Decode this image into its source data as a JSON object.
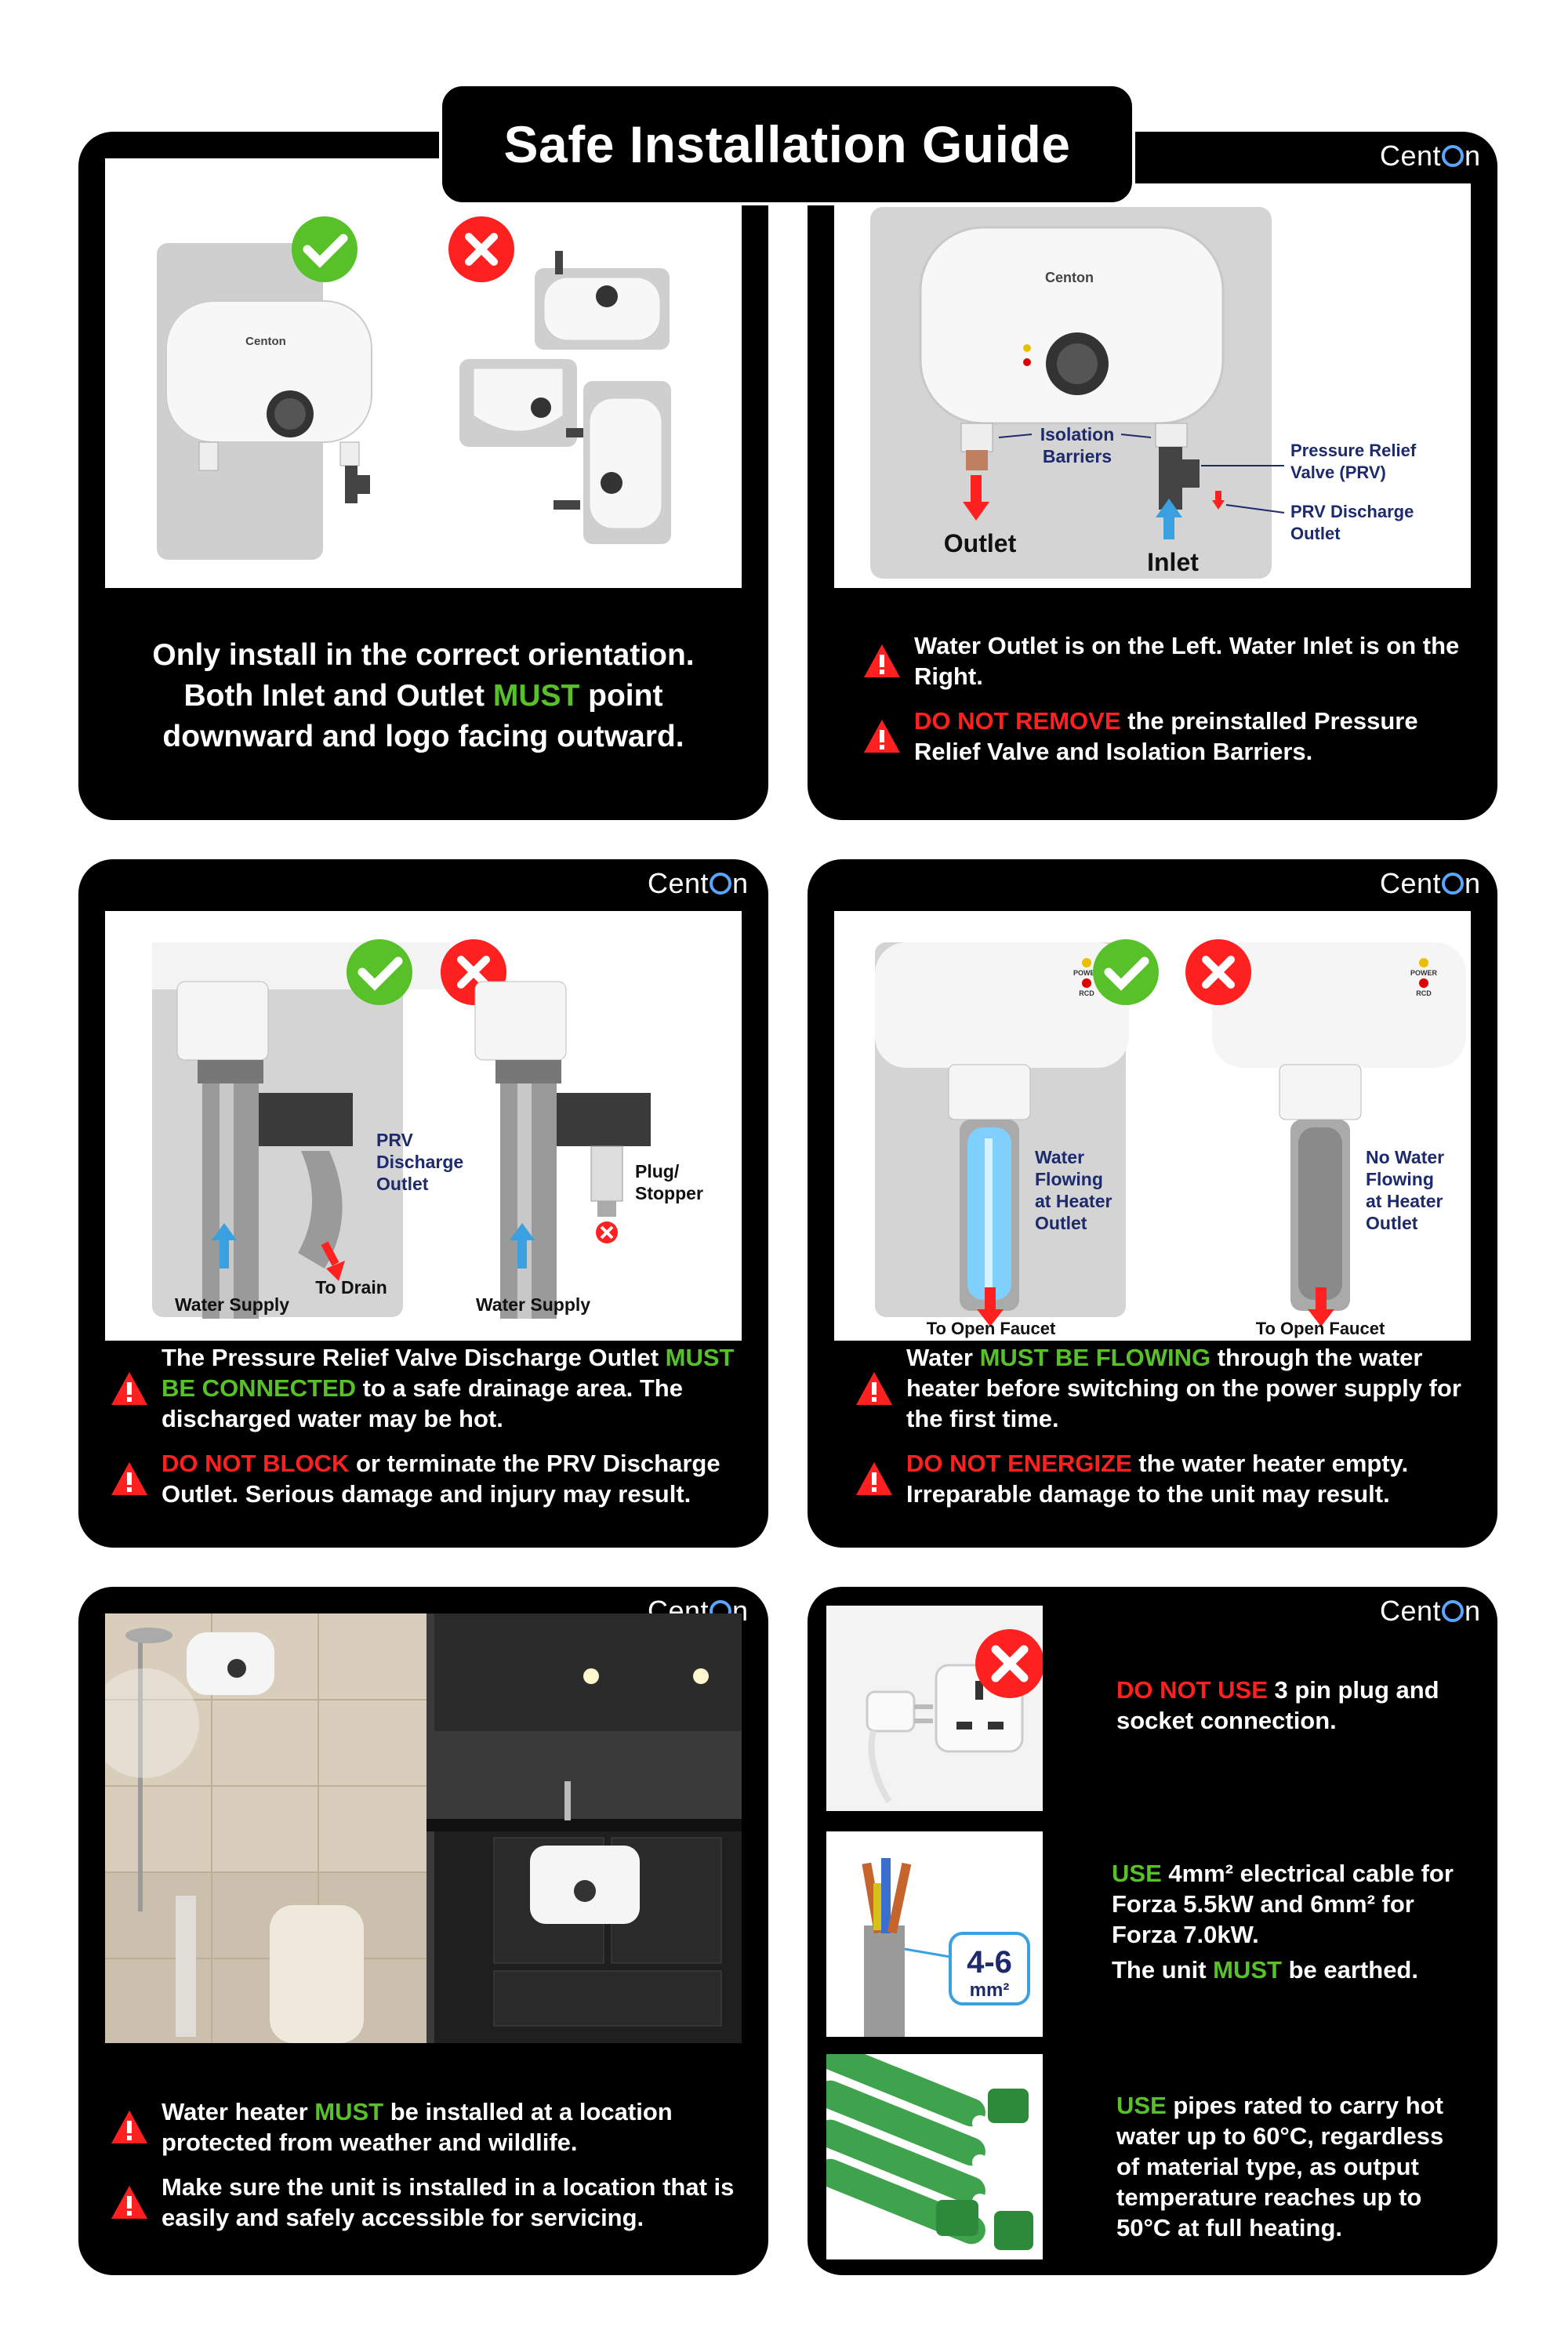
{
  "title": "Safe Installation Guide",
  "brand": {
    "pre": "Cent",
    "post": "n"
  },
  "panel1": {
    "unit_logo": "Centon",
    "line1": "Only install in the correct orientation.",
    "line2_a": "Both Inlet and Outlet ",
    "line2_b": "MUST",
    "line2_c": " point",
    "line3": "downward and logo facing outward."
  },
  "panel2": {
    "unit_logo": "Centon",
    "isolation": [
      "Isolation",
      "Barriers"
    ],
    "prv": [
      "Pressure Relief",
      "Valve (PRV)"
    ],
    "prv_discharge": [
      "PRV Discharge",
      "Outlet"
    ],
    "outlet": "Outlet",
    "inlet": "Inlet",
    "note1": "Water Outlet is on the Left. Water Inlet is on the Right.",
    "note2_red": "DO NOT REMOVE",
    "note2_rest": " the preinstalled Pressure Relief Valve and Isolation Barriers."
  },
  "panel3": {
    "prv_label": [
      "PRV",
      "Discharge",
      "Outlet"
    ],
    "to_drain": "To Drain",
    "water_supply": "Water Supply",
    "plug": [
      "Plug/",
      "Stopper"
    ],
    "note1_a": "The Pressure Relief Valve Discharge Outlet ",
    "note1_green": "MUST BE CONNECTED",
    "note1_b": " to a safe drainage area. The discharged water may be hot.",
    "note2_red": "DO NOT BLOCK",
    "note2_rest": " or terminate the PRV Discharge Outlet. Serious damage and injury may result."
  },
  "panel4": {
    "flowing": [
      "Water",
      "Flowing",
      "at Heater",
      "Outlet"
    ],
    "no_flow": [
      "No Water",
      "Flowing",
      "at Heater",
      "Outlet"
    ],
    "to_faucet": "To Open Faucet",
    "power": "POWER",
    "rcd": "RCD",
    "note1_a": "Water ",
    "note1_green": "MUST BE FLOWING",
    "note1_b": " through the water heater before switching on the power supply for the first time.",
    "note2_red": "DO NOT ENERGIZE",
    "note2_rest": " the water heater empty. Irreparable damage to the unit may result."
  },
  "panel5": {
    "note1_a": "Water heater ",
    "note1_green": "MUST",
    "note1_b": " be installed at a location protected from weather and wildlife.",
    "note2": "Make sure the unit is installed in a location that is easily and safely accessible for servicing."
  },
  "panel6": {
    "plug_red": "DO NOT USE",
    "plug_rest": " 3 pin plug and socket connection.",
    "cable_green": "USE",
    "cable_rest": " 4mm² electrical cable for Forza 5.5kW and 6mm² for Forza 7.0kW.",
    "earth_a": "The unit ",
    "earth_green": "MUST",
    "earth_b": " be earthed.",
    "cable_badge": "4-6",
    "cable_unit": "mm²",
    "pipe_green": "USE",
    "pipe_rest": " pipes rated to carry hot water up to 60°C, regardless of material type, as output temperature reaches up to 50°C at full heating."
  },
  "colors": {
    "red": "#ff2020",
    "green": "#58c12a",
    "navy": "#1d2a6b",
    "card": "#000000"
  }
}
